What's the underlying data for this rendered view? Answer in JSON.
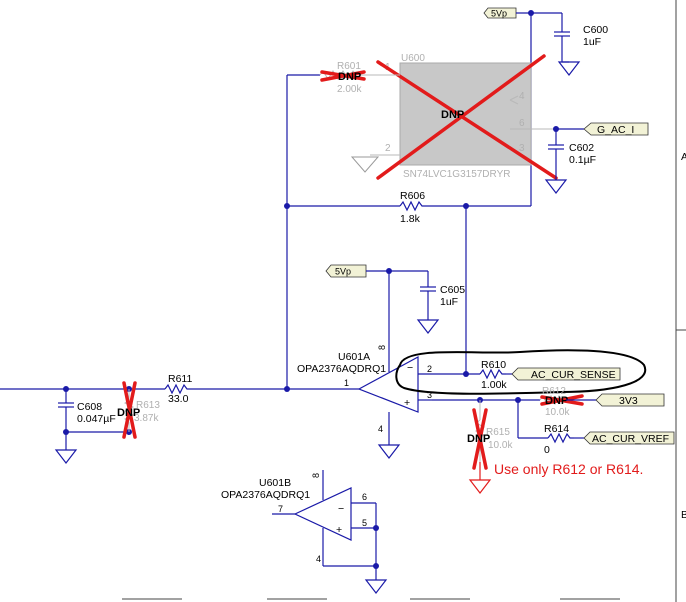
{
  "schematic": {
    "nets": {
      "vcc_top": "5Vp",
      "vcc_amp": "5Vp",
      "g_ac_i": "G_AC_I",
      "ac_cur_sense": "AC_CUR_SENSE",
      "v3v3": "3V3",
      "ac_cur_vref": "AC_CUR_VREF"
    },
    "components": {
      "c600": {
        "ref": "C600",
        "value": "1uF"
      },
      "c602": {
        "ref": "C602",
        "value": "0.1µF"
      },
      "r601": {
        "ref": "R601",
        "value": "2.00k"
      },
      "u600": {
        "ref": "U600",
        "part": "SN74LVC1G3157DRYR",
        "pin1": "1",
        "pin2": "2",
        "pin3": "3",
        "pin4": "4",
        "pin6": "6"
      },
      "r606": {
        "ref": "R606",
        "value": "1.8k"
      },
      "c605": {
        "ref": "C605",
        "value": "1uF"
      },
      "u601a": {
        "ref": "U601A",
        "part": "OPA2376AQDRQ1",
        "pin1": "1",
        "pin2": "2",
        "pin3": "3",
        "pin4": "4",
        "pin8": "8"
      },
      "r610": {
        "ref": "R610",
        "value": "1.00k"
      },
      "r611": {
        "ref": "R611",
        "value": "33.0"
      },
      "c608": {
        "ref": "C608",
        "value": "0.047µF"
      },
      "r613": {
        "ref": "R613",
        "value": "3.87k"
      },
      "r612": {
        "ref": "R612",
        "value": "10.0k"
      },
      "r615": {
        "ref": "R615",
        "value": "10.0k"
      },
      "r614": {
        "ref": "R614",
        "value": "0"
      },
      "u601b": {
        "ref": "U601B",
        "part": "OPA2376AQDRQ1",
        "pin4": "4",
        "pin5": "5",
        "pin6": "6",
        "pin7": "7",
        "pin8": "8"
      }
    },
    "markers": {
      "dnp": "DNP"
    },
    "annotation": "Use only R612 or R614.",
    "edge_letters": {
      "a": "A",
      "b": "B"
    },
    "colors": {
      "wire": "#1a1aa8",
      "markup": "#e21b1b",
      "dnp_fill": "#c8c8c8"
    }
  }
}
